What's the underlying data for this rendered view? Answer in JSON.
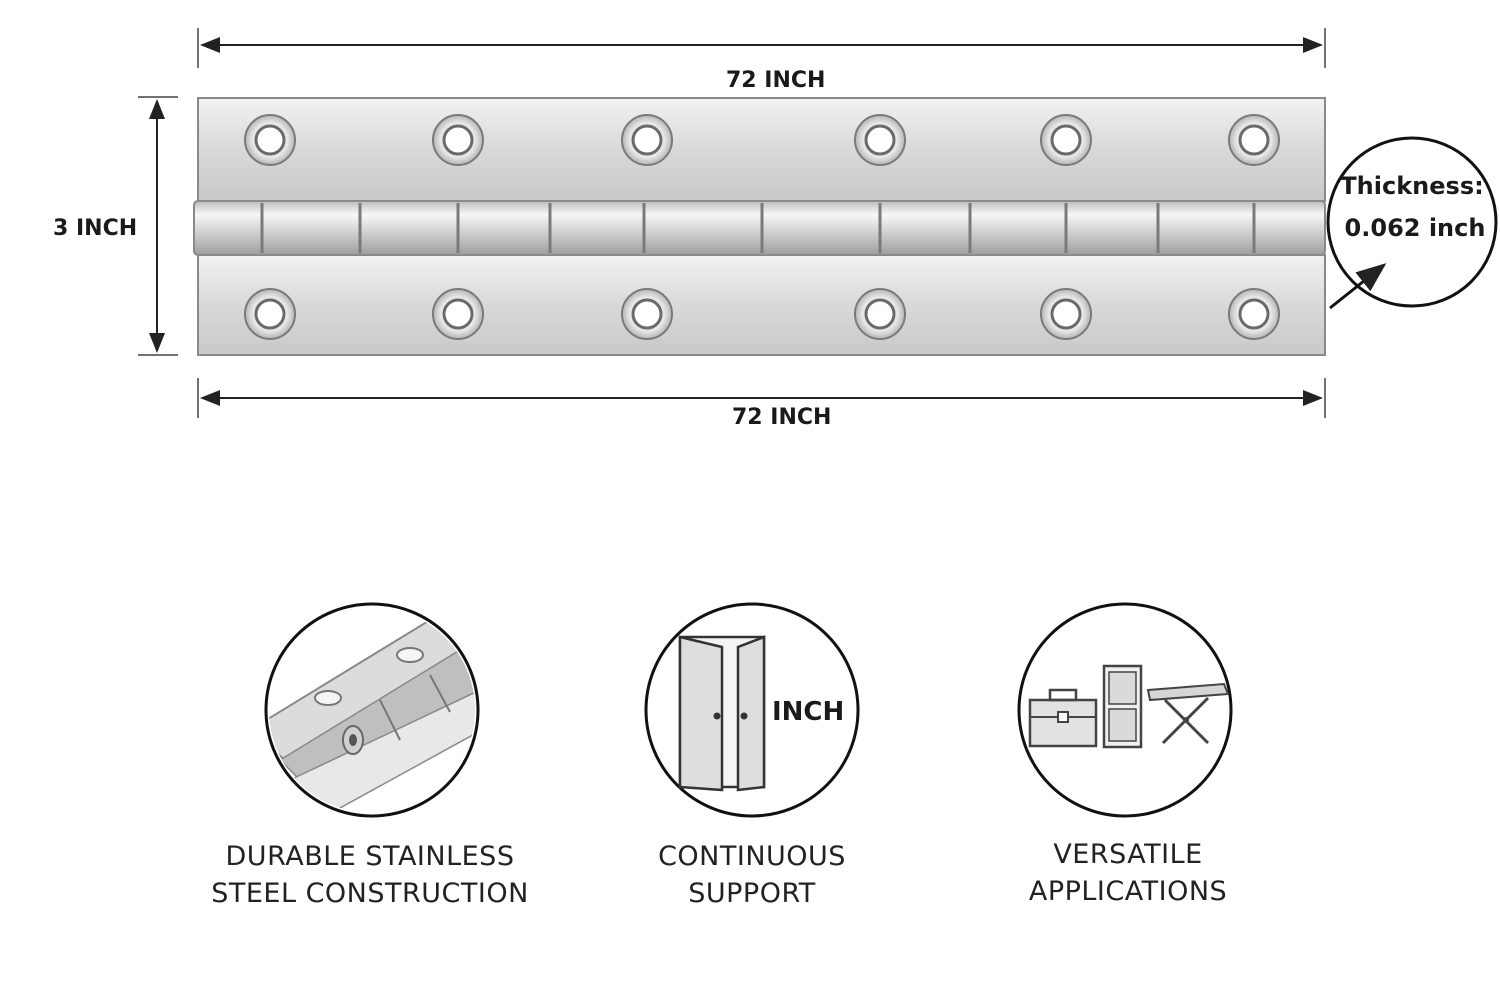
{
  "dimensions": {
    "length_top": "72 INCH",
    "length_bottom": "72 INCH",
    "width": "3 INCH",
    "thickness_label": "Thickness:",
    "thickness_value": "0.062 inch"
  },
  "features": [
    {
      "line1": "DURABLE STAINLESS",
      "line2": "STEEL CONSTRUCTION",
      "icon": "hinge-closeup-icon"
    },
    {
      "line1": "CONTINUOUS",
      "line2": "SUPPORT",
      "icon": "door-icon",
      "icon_text": "INCH"
    },
    {
      "line1": "VERSATILE",
      "line2": "APPLICATIONS",
      "icon": "applications-icon"
    }
  ]
}
